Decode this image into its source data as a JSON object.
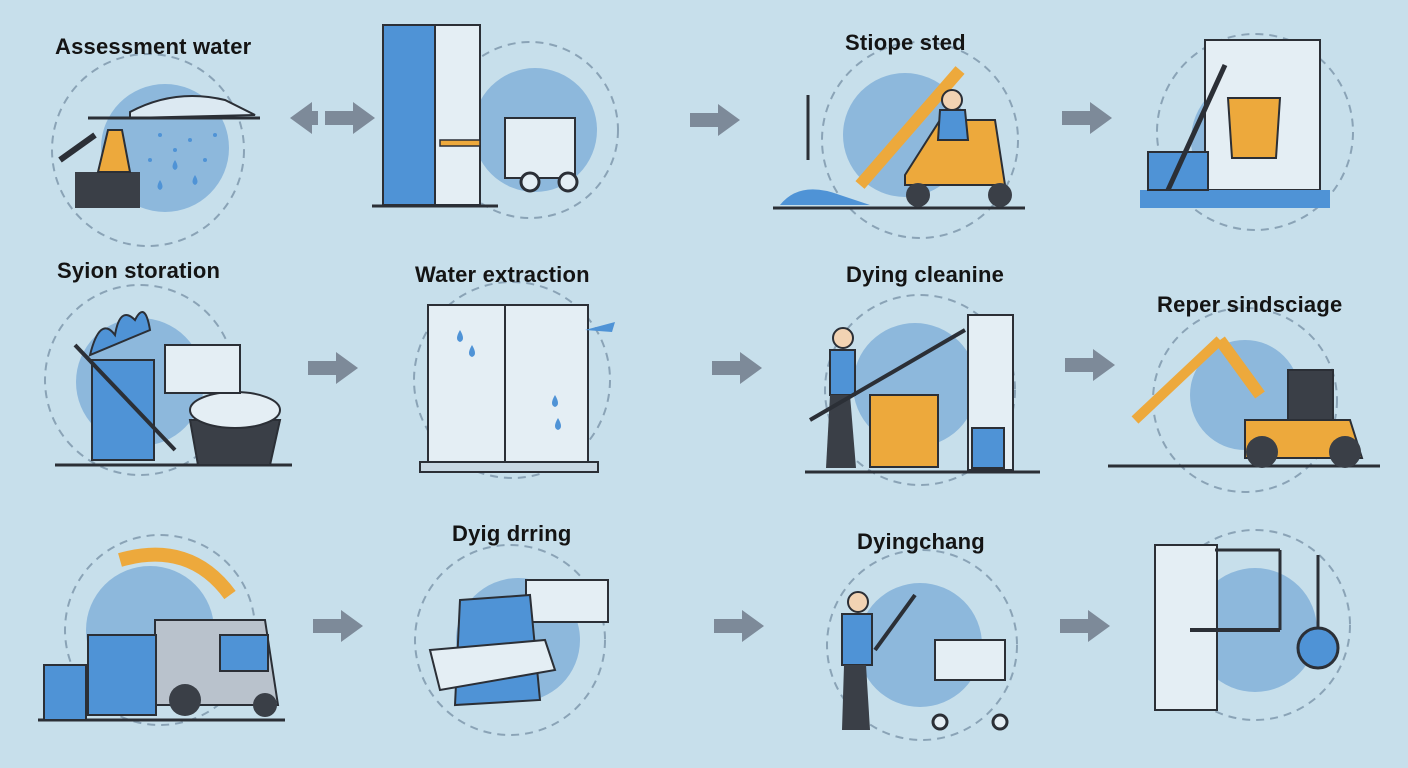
{
  "labels": {
    "assessment_water": "Assessment water",
    "stiope_sted": "Stiope sted",
    "syion_storation": "Syion storation",
    "water_extraction": "Water extraction",
    "dying_cleanine": "Dying cleanine",
    "reper_sindsciage": "Reper sindsciage",
    "dyig_drring": "Dyig drring",
    "dyingchang": "Dyingchang"
  },
  "colors": {
    "background": "#c7dfeb",
    "accent_blue": "#4f93d6",
    "accent_yellow": "#eda93c",
    "circle_blue": "#8db8dc",
    "arrow_gray": "#7d8a99",
    "ink": "#2b2f36"
  }
}
